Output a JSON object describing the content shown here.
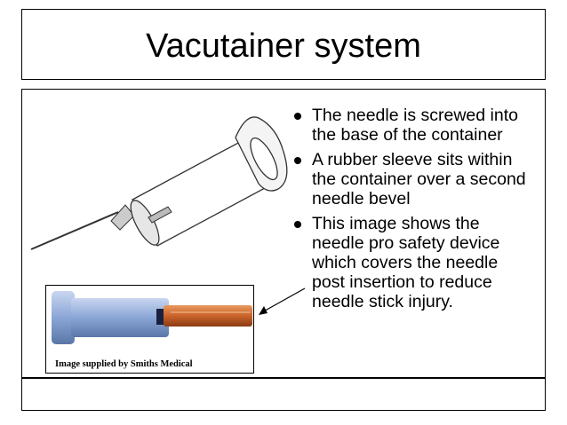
{
  "slide": {
    "title": "Vacutainer system",
    "bullets": [
      "The needle is screwed into the base of the container",
      "A rubber sleeve sits within the container over a second needle bevel",
      "This image shows the needle pro safety device which covers the needle post insertion to reduce needle stick injury."
    ],
    "image_credit": "Image supplied by Smiths Medical"
  },
  "icons": [
    "syringe-illustration",
    "safety-device-photo",
    "arrow-pointer"
  ],
  "colors": {
    "device_blue": "#8aa6d6",
    "sheath_orange": "#c9632a"
  }
}
